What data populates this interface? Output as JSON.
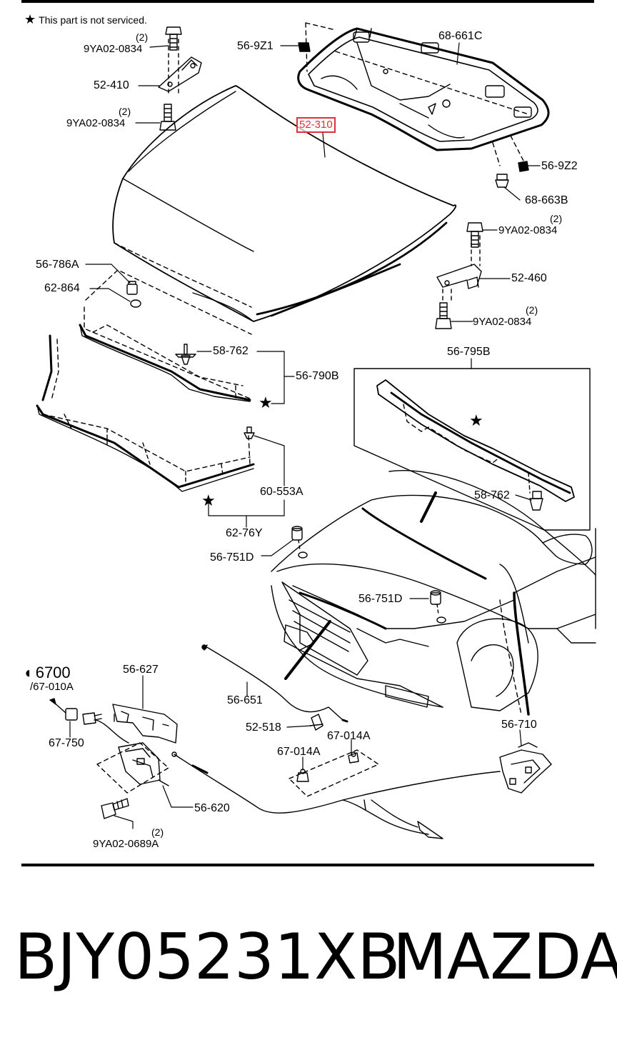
{
  "note": {
    "symbol": "★",
    "text": "This part is not serviced."
  },
  "highlight_color": "#e0303a",
  "labels": {
    "hinge_bolt_top": "9YA02-0834",
    "hinge_bolt_top_qty": "(2)",
    "hinge_left": "52-410",
    "hinge_bolt_mid": "9YA02-0834",
    "hinge_bolt_mid_qty": "(2)",
    "clip_9z1": "56-9Z1",
    "insulator": "68-661C",
    "hood": "52-310",
    "clip_9z2": "56-9Z2",
    "fastener_663b": "68-663B",
    "rh_bolt_top": "9YA02-0834",
    "rh_bolt_top_qty": "(2)",
    "hinge_right": "52-460",
    "rh_bolt_bot": "9YA02-0834",
    "rh_bolt_bot_qty": "(2)",
    "bumper_786a": "56-786A",
    "plug_864": "62-864",
    "clip_762_a": "58-762",
    "seal_790b": "56-790B",
    "seal_795b": "56-795B",
    "clip_762_b": "58-762",
    "clip_553a": "60-553A",
    "seal_76y": "62-76Y",
    "stopper_751d_a": "56-751D",
    "stopper_751d_b": "56-751D",
    "partial_6700": "6700",
    "partial_010a": "/67-010A",
    "cover_627": "56-627",
    "cable_651": "56-651",
    "clip_518": "52-518",
    "clip_014a_a": "67-014A",
    "clip_014a_b": "67-014A",
    "release_710": "56-710",
    "connector_750": "67-750",
    "latch_620": "56-620",
    "bolt_0689a": "9YA02-0689A",
    "bolt_0689a_qty": "(2)"
  },
  "footer": {
    "part_number": "BJY05231XB",
    "brand": "MAZDA"
  }
}
